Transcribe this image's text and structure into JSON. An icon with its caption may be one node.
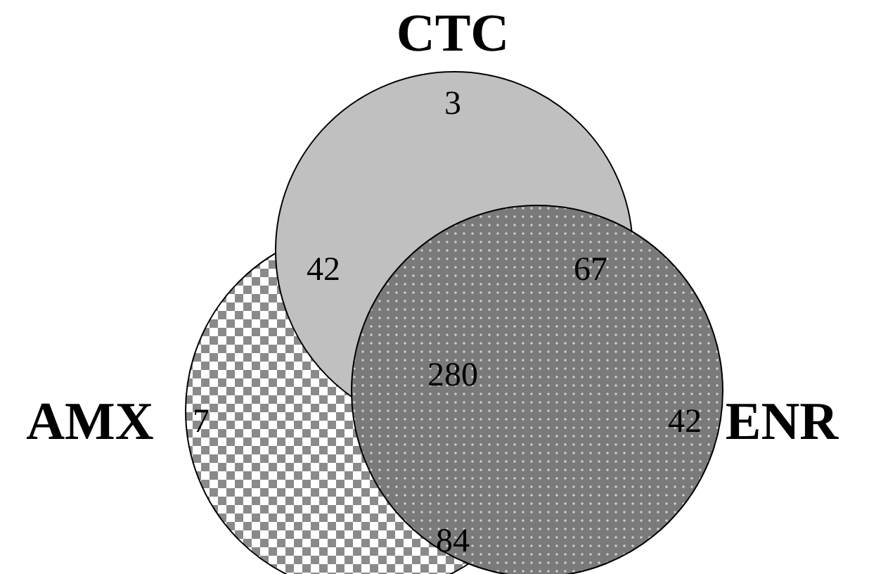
{
  "diagram": {
    "nodes": [
      {
        "text": [
          "CTC"
        ]
      },
      {
        "text": [
          "AMX"
        ]
      },
      {
        "text": [
          "ENR"
        ]
      }
    ],
    "edges": [],
    "labels": [
      "3",
      "42",
      "67",
      "280",
      "7",
      "42",
      "84"
    ]
  }
}
